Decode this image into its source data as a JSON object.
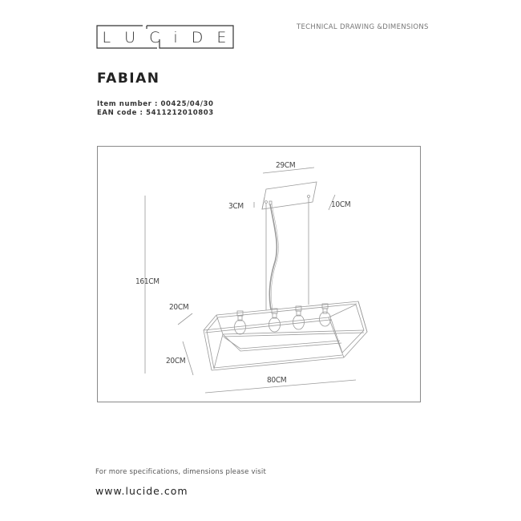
{
  "brand": {
    "letters": [
      "L",
      "U",
      "C",
      "i",
      "D",
      "E"
    ],
    "name": "LUCIDE"
  },
  "header": {
    "tag": "TECHNICAL DRAWING &DIMENSIONS"
  },
  "product": {
    "title": "FABIAN",
    "item_number": "Item number : 00425/04/30",
    "ean_code": "EAN code : 5411212010803"
  },
  "drawing": {
    "dimensions": {
      "canopy_length": "29CM",
      "canopy_height": "3CM",
      "canopy_depth": "10CM",
      "total_height": "161CM",
      "frame_depth": "20CM",
      "frame_height": "20CM",
      "frame_length": "80CM"
    },
    "bulb_count": 4,
    "colors": {
      "frame_border": "#8a8a8a",
      "line": "#9a9a9a"
    }
  },
  "footer": {
    "note": "For more specifications, dimensions please visit",
    "url": "www.lucide.com"
  }
}
